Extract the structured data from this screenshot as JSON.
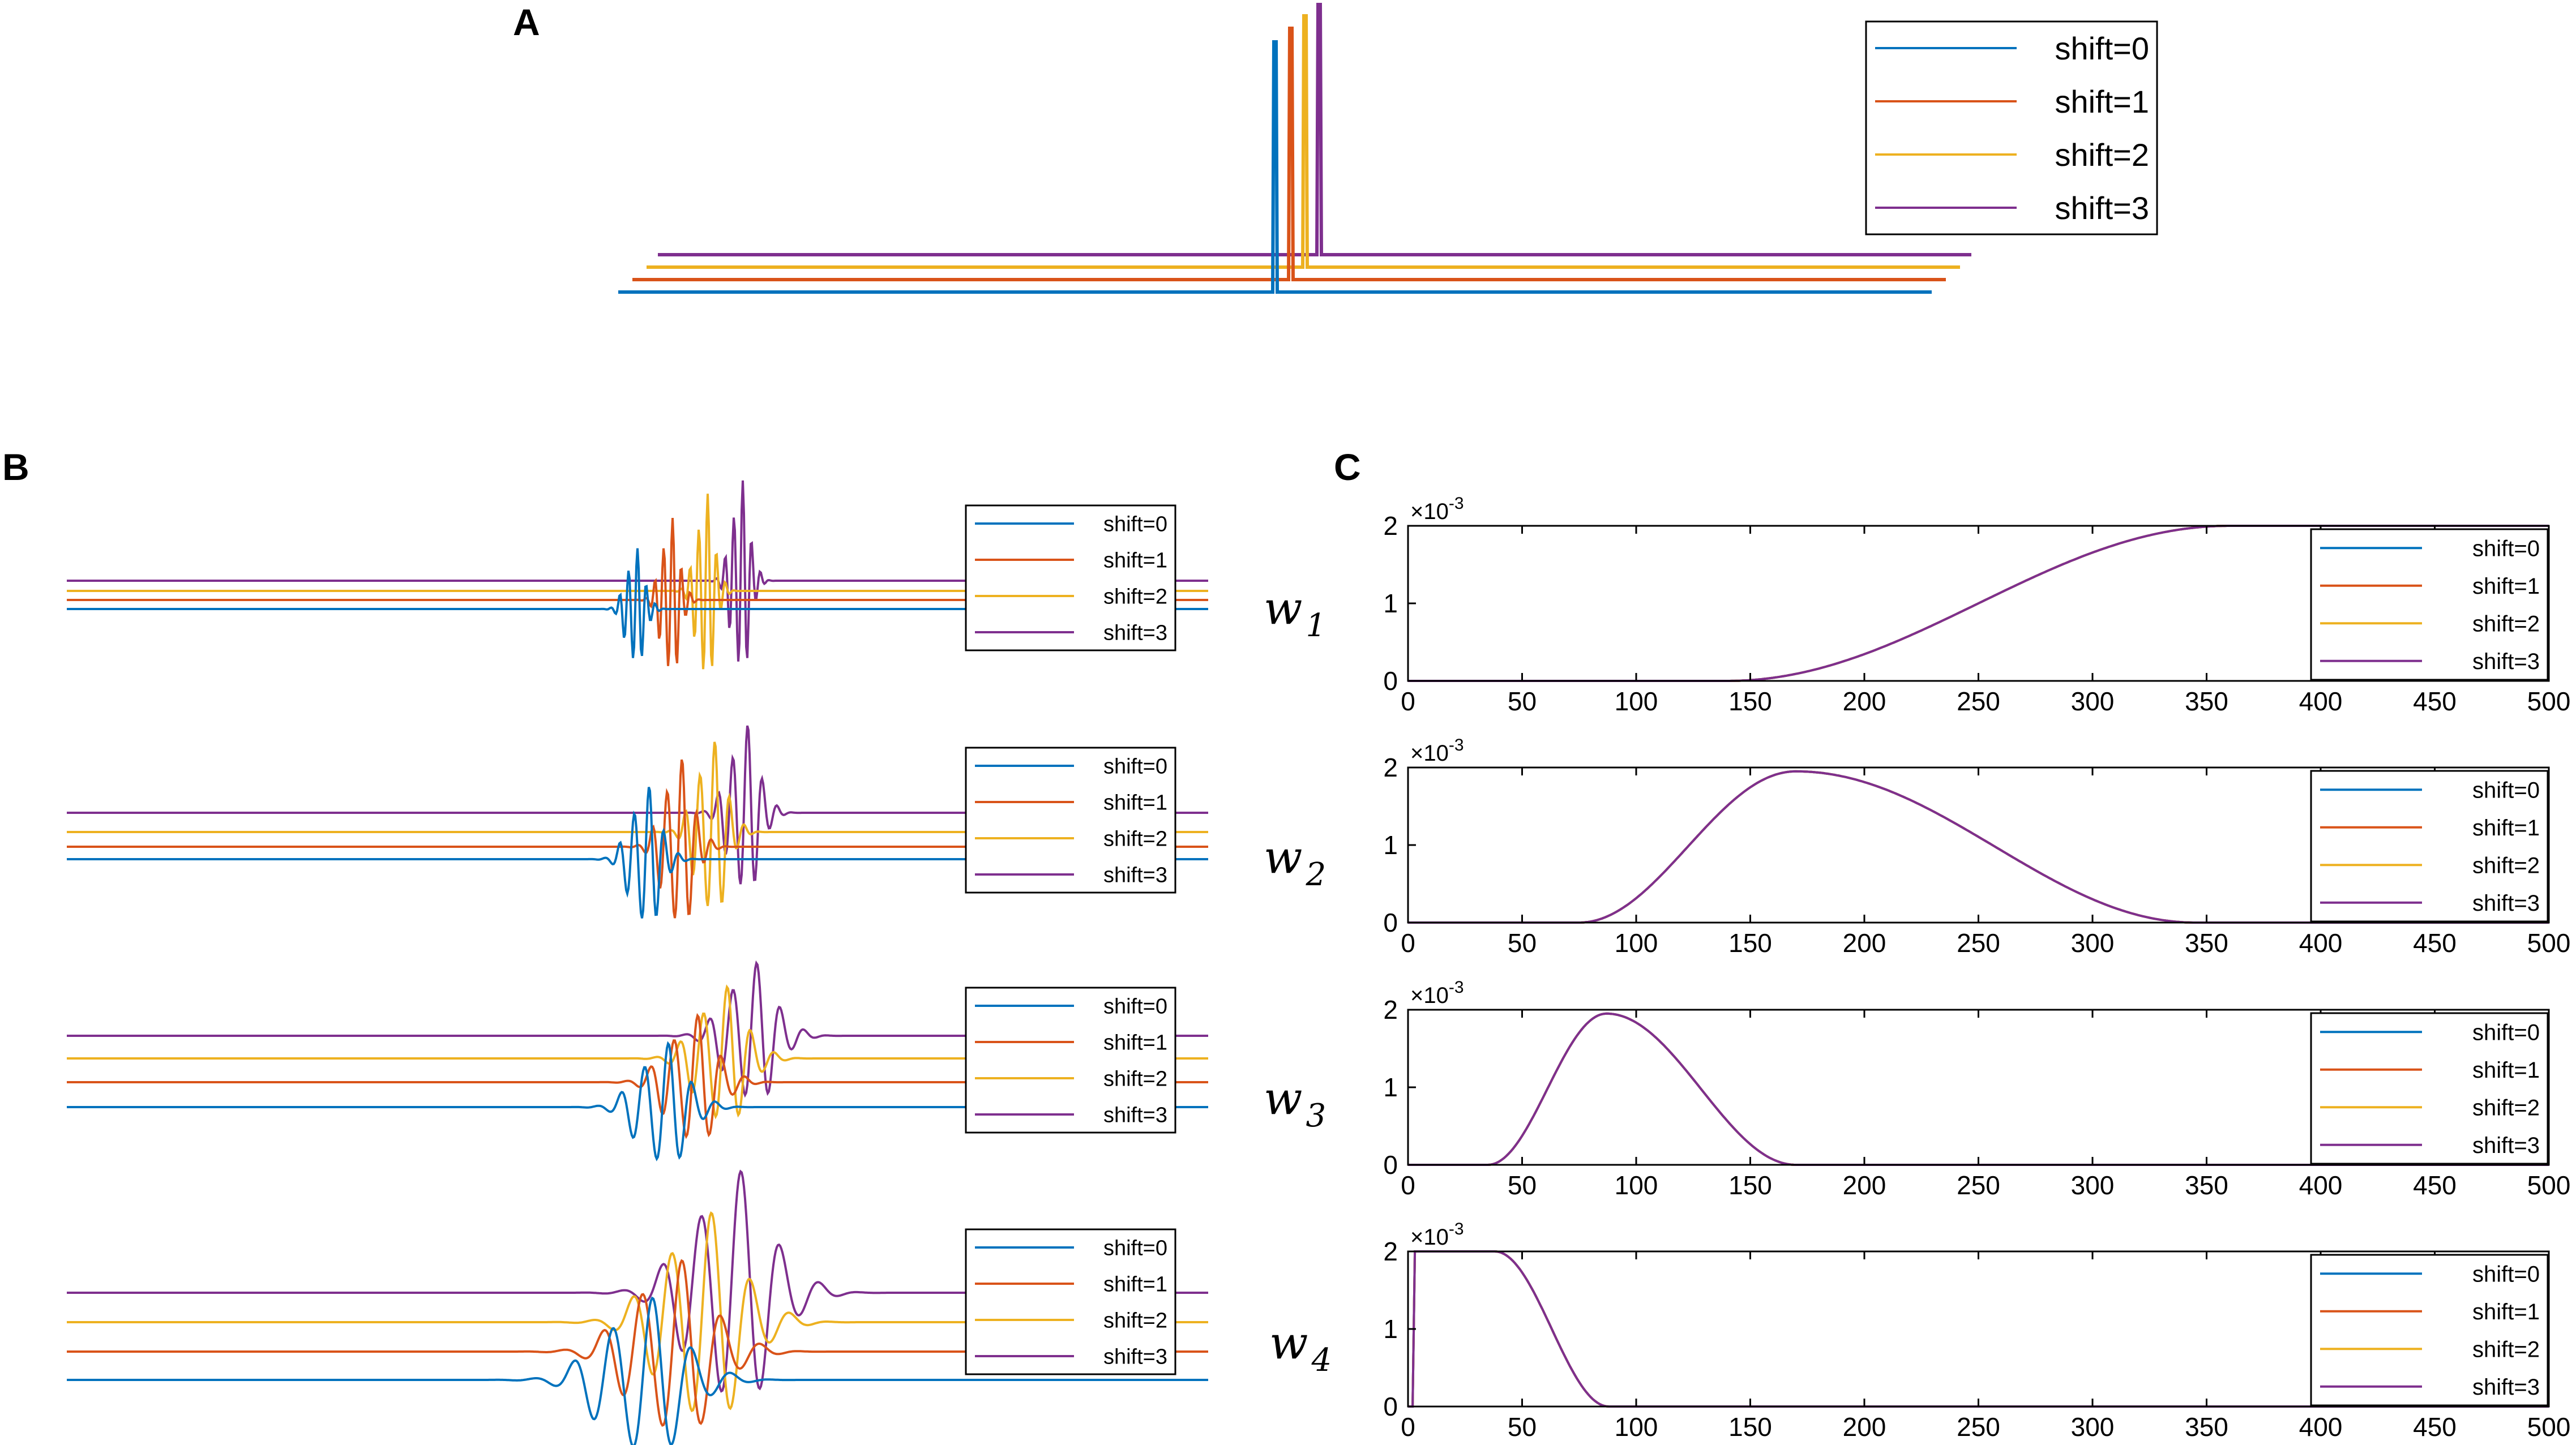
{
  "panels": {
    "a": "A",
    "b": "B",
    "c": "C"
  },
  "colors": {
    "blue": "#0072BD",
    "red": "#D95319",
    "yellow": "#EDB120",
    "purple": "#7E2F8E"
  },
  "legend_entries": [
    "shift=0",
    "shift=1",
    "shift=2",
    "shift=3"
  ],
  "row_labels": [
    {
      "w": "w",
      "sub": "1"
    },
    {
      "w": "w",
      "sub": "2"
    },
    {
      "w": "w",
      "sub": "3"
    },
    {
      "w": "w",
      "sub": "4"
    }
  ],
  "exponent_label": {
    "base": "×10",
    "exp": "-3"
  },
  "chart_data": [
    {
      "panel": "A",
      "type": "line",
      "description_hidden": false,
      "series": [
        {
          "name": "shift=0",
          "color": "#0072BD",
          "spike_index": 0
        },
        {
          "name": "shift=1",
          "color": "#D95319",
          "spike_index": 1
        },
        {
          "name": "shift=2",
          "color": "#EDB120",
          "spike_index": 2
        },
        {
          "name": "shift=3",
          "color": "#7E2F8E",
          "spike_index": 3
        }
      ],
      "axes_visible": false,
      "legend": "top-right"
    },
    {
      "panel": "B",
      "type": "line",
      "rows": [
        {
          "label": "w1",
          "scale": 1,
          "wavelet_width": 1.0
        },
        {
          "label": "w2",
          "scale": 2,
          "wavelet_width": 1.6
        },
        {
          "label": "w3",
          "scale": 3,
          "wavelet_width": 2.6
        },
        {
          "label": "w4",
          "scale": 4,
          "wavelet_width": 4.2
        }
      ],
      "series": [
        "shift=0",
        "shift=1",
        "shift=2",
        "shift=3"
      ],
      "axes_visible": false,
      "legend": "right"
    },
    {
      "panel": "C",
      "type": "line",
      "x_ticks": [
        "0",
        "50",
        "100",
        "150",
        "200",
        "250",
        "300",
        "350",
        "400",
        "450",
        "500"
      ],
      "y_ticks": [
        "0",
        "1",
        "2"
      ],
      "xlim": [
        0,
        500
      ],
      "ylim": [
        0,
        0.002
      ],
      "grid": false,
      "legend": "bottom-right",
      "subplots": [
        {
          "label": "w1",
          "shape": "rising",
          "center": 250,
          "half_width": 110,
          "amplitude": 0.002
        },
        {
          "label": "w2",
          "shape": "bump",
          "peak_x": 170,
          "peak_y": 0.00195,
          "left_zero": 75,
          "right_zero": 345
        },
        {
          "label": "w3",
          "shape": "bump",
          "peak_x": 87,
          "peak_y": 0.00195,
          "left_zero": 35,
          "right_zero": 170
        },
        {
          "label": "w4",
          "shape": "falling",
          "start_x": 3,
          "flat_until": 38,
          "zero_at": 88,
          "amplitude": 0.002
        }
      ],
      "series": [
        "shift=0",
        "shift=1",
        "shift=2",
        "shift=3"
      ]
    }
  ]
}
